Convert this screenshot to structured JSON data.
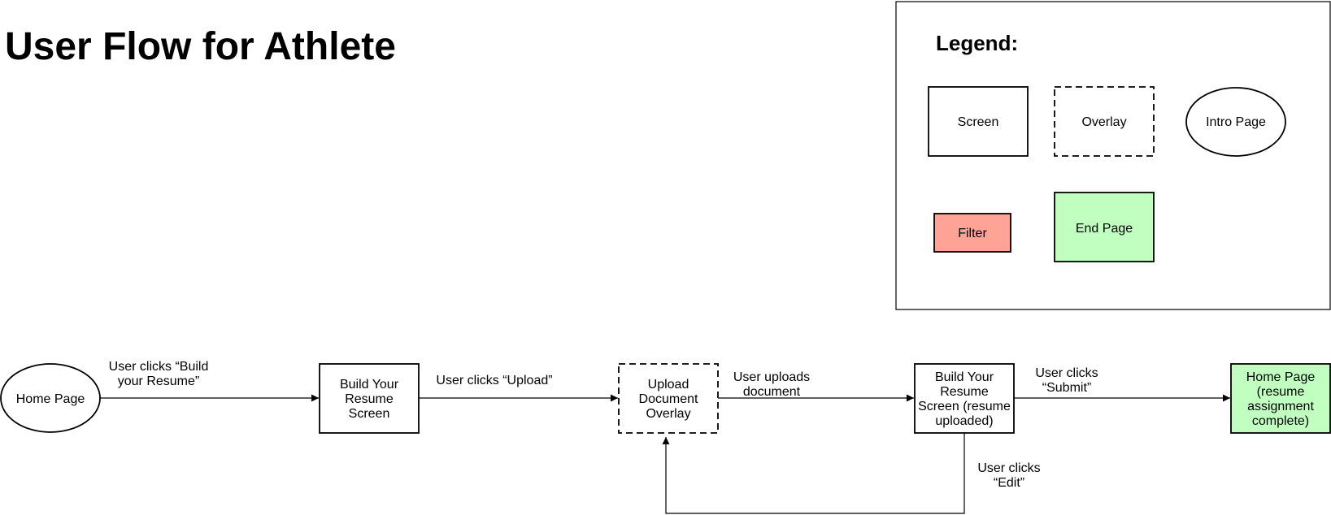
{
  "title": "User Flow for Athlete",
  "legend": {
    "heading": "Legend:",
    "items": {
      "screen": "Screen",
      "overlay": "Overlay",
      "intro": "Intro Page",
      "filter": "Filter",
      "end": "End Page"
    }
  },
  "nodes": {
    "home": [
      "Home Page"
    ],
    "build": [
      "Build Your",
      "Resume",
      "Screen"
    ],
    "upload": [
      "Upload",
      "Document",
      "Overlay"
    ],
    "build_uploaded": [
      "Build Your",
      "Resume",
      "Screen (resume",
      "uploaded)"
    ],
    "home_complete": [
      "Home Page",
      "(resume",
      "assignment",
      "complete)"
    ]
  },
  "edges": {
    "e1": [
      "User clicks “Build",
      "your Resume”"
    ],
    "e2": [
      "User clicks “Upload”"
    ],
    "e3": [
      "User uploads",
      "document"
    ],
    "e4": [
      "User clicks",
      "“Submit”"
    ],
    "e5": [
      "User clicks",
      "“Edit”"
    ]
  },
  "colors": {
    "stroke": "#000000",
    "filter_fill": "#ffa397",
    "end_fill": "#c0ffc0"
  }
}
